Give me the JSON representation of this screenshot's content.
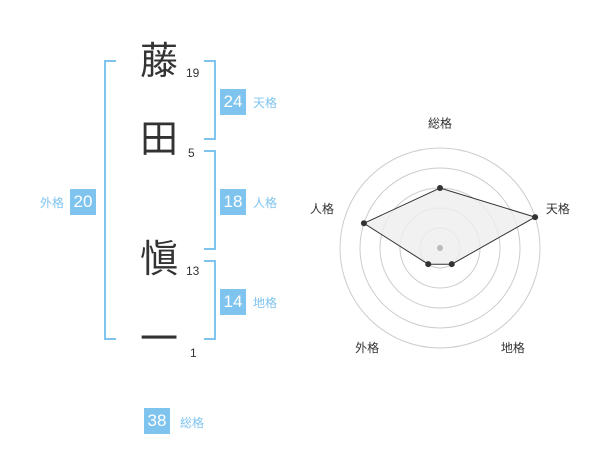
{
  "name": [
    {
      "char": "藤",
      "strokes": "19"
    },
    {
      "char": "田",
      "strokes": "5"
    },
    {
      "char": "愼",
      "strokes": "13"
    },
    {
      "char": "一",
      "strokes": "1"
    }
  ],
  "kaku": {
    "ten": {
      "value": "24",
      "label": "天格"
    },
    "jin": {
      "value": "18",
      "label": "人格"
    },
    "chi": {
      "value": "14",
      "label": "地格"
    },
    "gai": {
      "value": "20",
      "label": "外格"
    },
    "sou": {
      "value": "38",
      "label": "総格"
    }
  },
  "chart_data": {
    "type": "radar",
    "axes": [
      "総格",
      "天格",
      "地格",
      "外格",
      "人格"
    ],
    "values": [
      3,
      5,
      1,
      1,
      4
    ],
    "rmax": 5,
    "rings": 5,
    "colors": {
      "ring": "#cccccc",
      "fill": "#eeeeee",
      "line": "#333333",
      "point": "#333333",
      "center": "#bbbbbb"
    }
  },
  "colors": {
    "accent": "#7fc4ee",
    "text": "#333333"
  }
}
